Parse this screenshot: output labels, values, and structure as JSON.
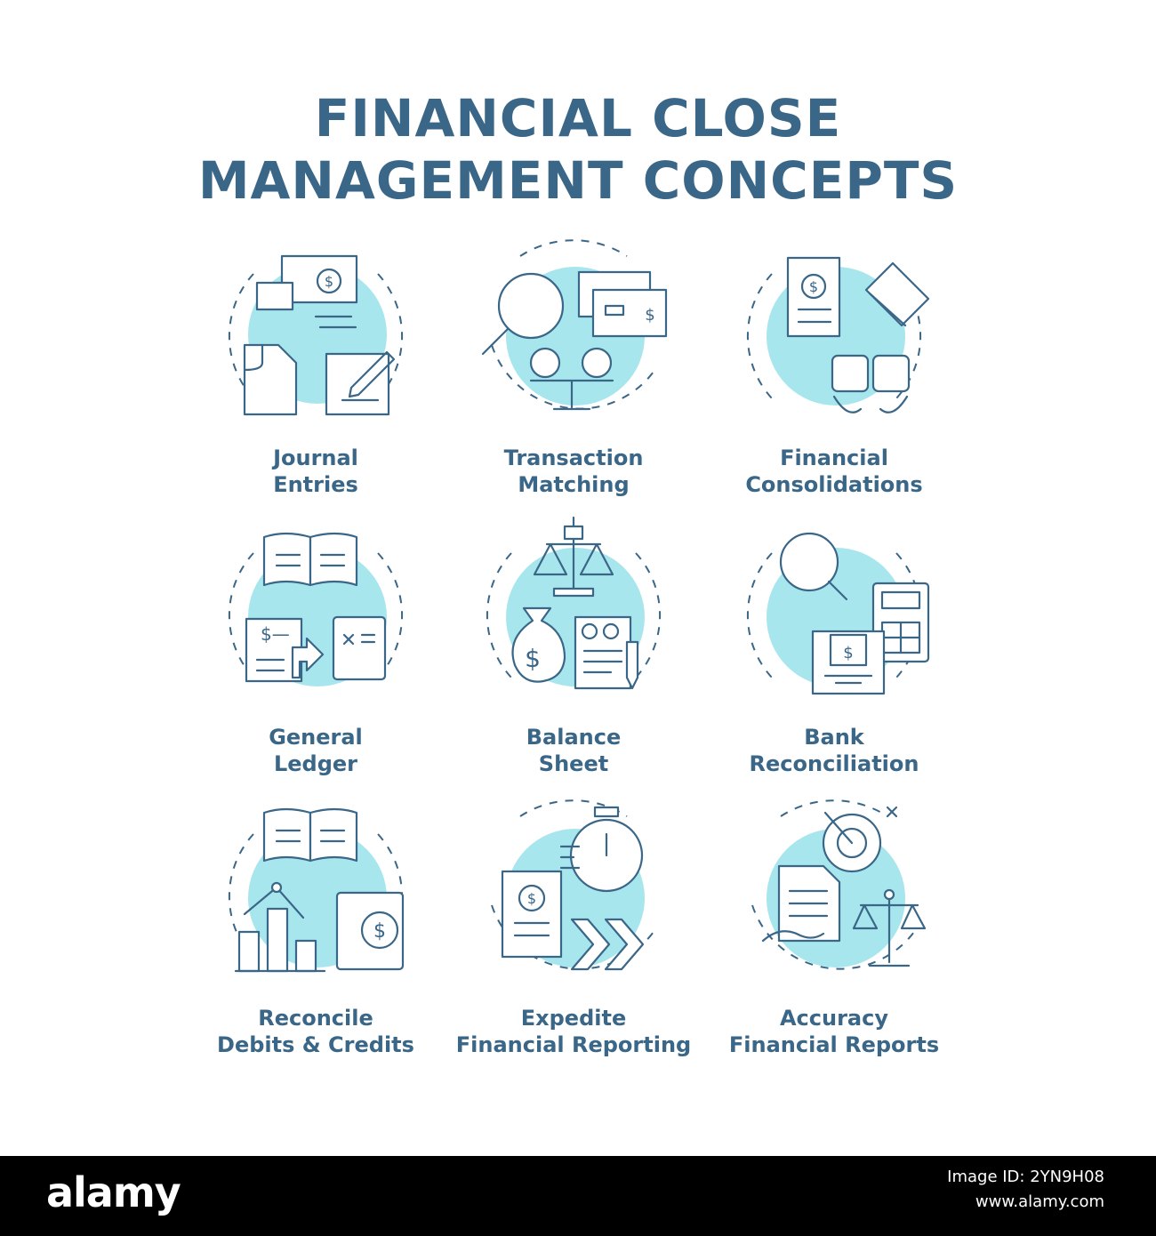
{
  "title": {
    "line1": "FINANCIAL CLOSE",
    "line2": "MANAGEMENT CONCEPTS"
  },
  "icons": [
    {
      "line1": "Journal",
      "line2": "Entries",
      "icon": "journal-entries-icon"
    },
    {
      "line1": "Transaction",
      "line2": "Matching",
      "icon": "transaction-matching-icon"
    },
    {
      "line1": "Financial",
      "line2": "Consolidations",
      "icon": "financial-consolidations-icon"
    },
    {
      "line1": "General",
      "line2": "Ledger",
      "icon": "general-ledger-icon"
    },
    {
      "line1": "Balance",
      "line2": "Sheet",
      "icon": "balance-sheet-icon"
    },
    {
      "line1": "Bank",
      "line2": "Reconciliation",
      "icon": "bank-reconciliation-icon"
    },
    {
      "line1": "Reconcile",
      "line2": "Debits & Credits",
      "icon": "reconcile-debits-credits-icon"
    },
    {
      "line1": "Expedite",
      "line2": "Financial Reporting",
      "icon": "expedite-financial-reporting-icon"
    },
    {
      "line1": "Accuracy",
      "line2": "Financial Reports",
      "icon": "accuracy-financial-reports-icon"
    }
  ],
  "colors": {
    "ink": "#3a6688",
    "accent": "#a8e6ee",
    "footer": "#000000"
  },
  "footer": {
    "logo": "alamy",
    "image_id": "Image ID: 2YN9H08",
    "url": "www.alamy.com"
  }
}
